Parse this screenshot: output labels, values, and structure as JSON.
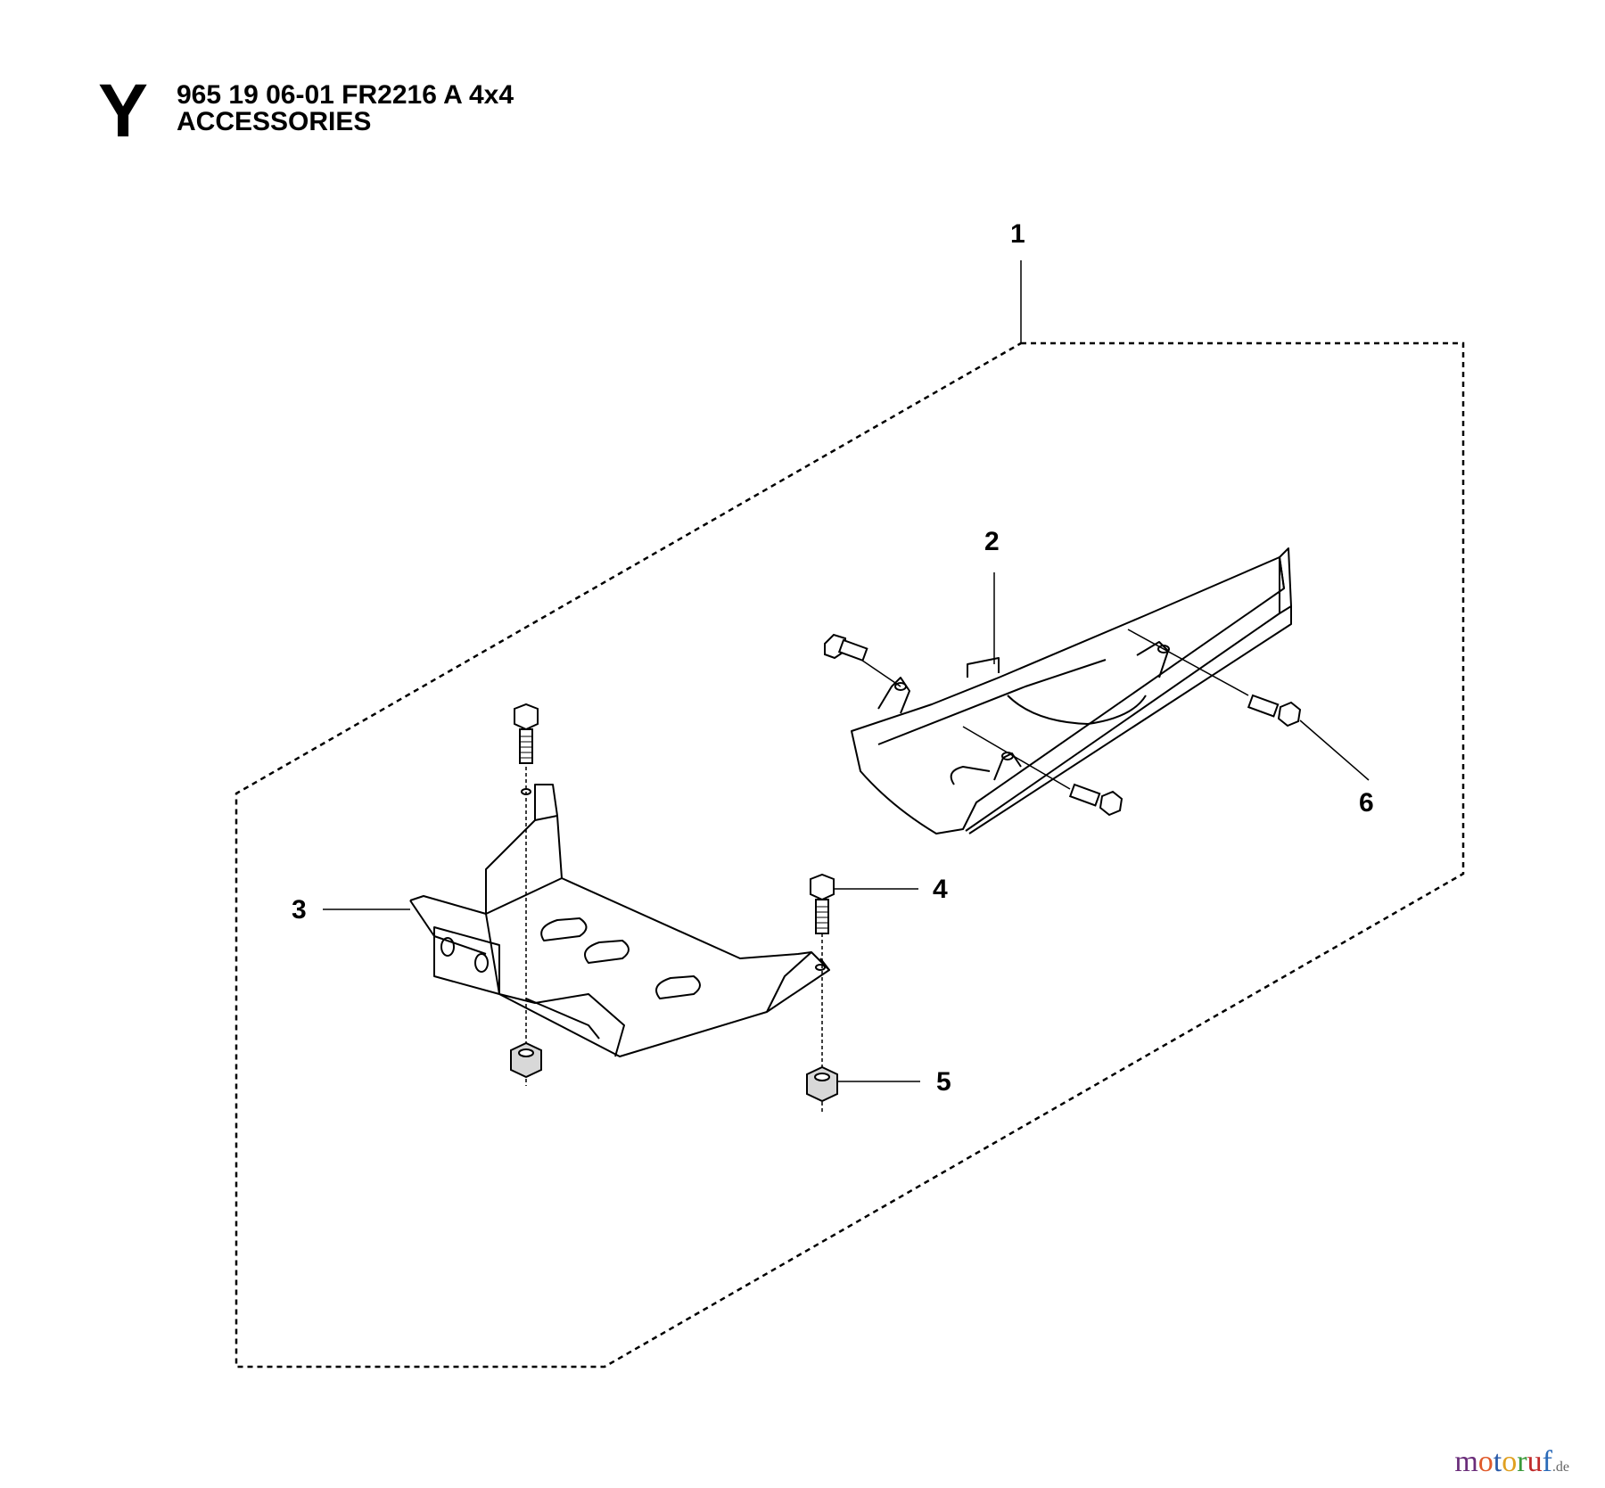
{
  "header": {
    "section_letter": "Y",
    "model_line": "965 19 06-01 FR2216 A 4x4",
    "section_title": "ACCESSORIES"
  },
  "callouts": [
    "1",
    "2",
    "3",
    "4",
    "5",
    "6"
  ],
  "colors": {
    "line": "#000000",
    "nut_fill": "#d8d8d8",
    "watermark_m": "#6a2d7a",
    "watermark_o1": "#e05a2a",
    "watermark_t": "#2a5aa8",
    "watermark_o2": "#e0a020",
    "watermark_r": "#3a9a3a",
    "watermark_u": "#c02a2a",
    "watermark_f": "#2a6ab8"
  },
  "watermark": {
    "letters": [
      "m",
      "o",
      "t",
      "o",
      "r",
      "u",
      "f"
    ],
    "tld": ".de"
  }
}
